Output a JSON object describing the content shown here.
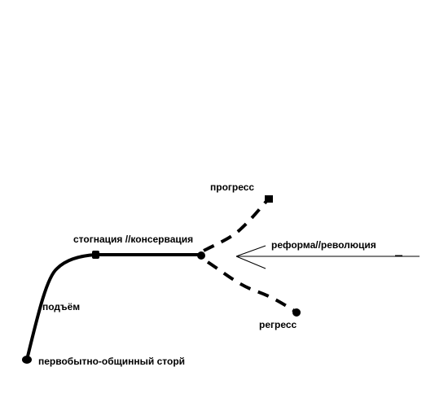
{
  "diagram": {
    "labels": {
      "start": "первобытно-общинный сторй",
      "rise": "подъём",
      "stagnation": "стогнация //консервация",
      "progress": "прогресс",
      "reform": "реформа//революция",
      "regress": "регресс"
    },
    "colors": {
      "ink": "#000000",
      "background": "#ffffff"
    }
  }
}
